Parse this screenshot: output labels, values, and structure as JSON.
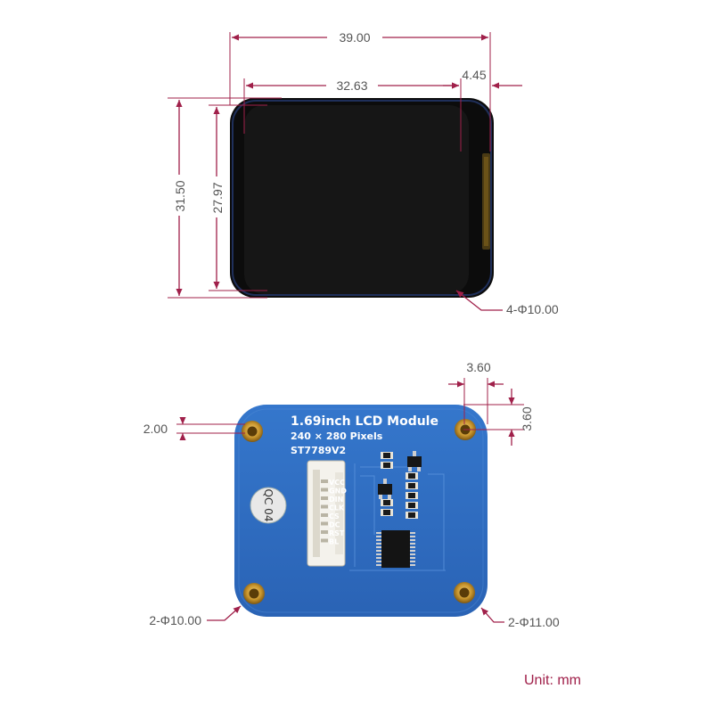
{
  "front_view": {
    "dim_total_width": "39.00",
    "dim_display_width": "32.63",
    "dim_side_margin": "4.45",
    "dim_total_height": "31.50",
    "dim_display_height": "27.97",
    "dim_corner_radius": "4-Φ10.00"
  },
  "back_view": {
    "dim_hole_offset_x": "3.60",
    "dim_hole_offset_y": "3.60",
    "dim_hole_edge_gap": "2.00",
    "dim_left_corners": "2-Φ10.00",
    "dim_right_corners": "2-Φ11.00",
    "silkscreen": {
      "title": "1.69inch LCD Module",
      "resolution": "240 × 280 Pixels",
      "driver": "ST7789V2",
      "qc_sticker": "QC 04"
    },
    "pins": [
      "VCC",
      "GND",
      "DIN",
      "CLK",
      "CS",
      "DC",
      "RST",
      "BL"
    ]
  },
  "unit_label": "Unit: mm",
  "colors": {
    "dimension_line": "#a0204a",
    "dimension_text": "#555555",
    "pcb_blue": "#2e6cc2",
    "screen_black": "#161616",
    "bezel": "#0c0c0c",
    "mount_gold": "#c9962e"
  }
}
